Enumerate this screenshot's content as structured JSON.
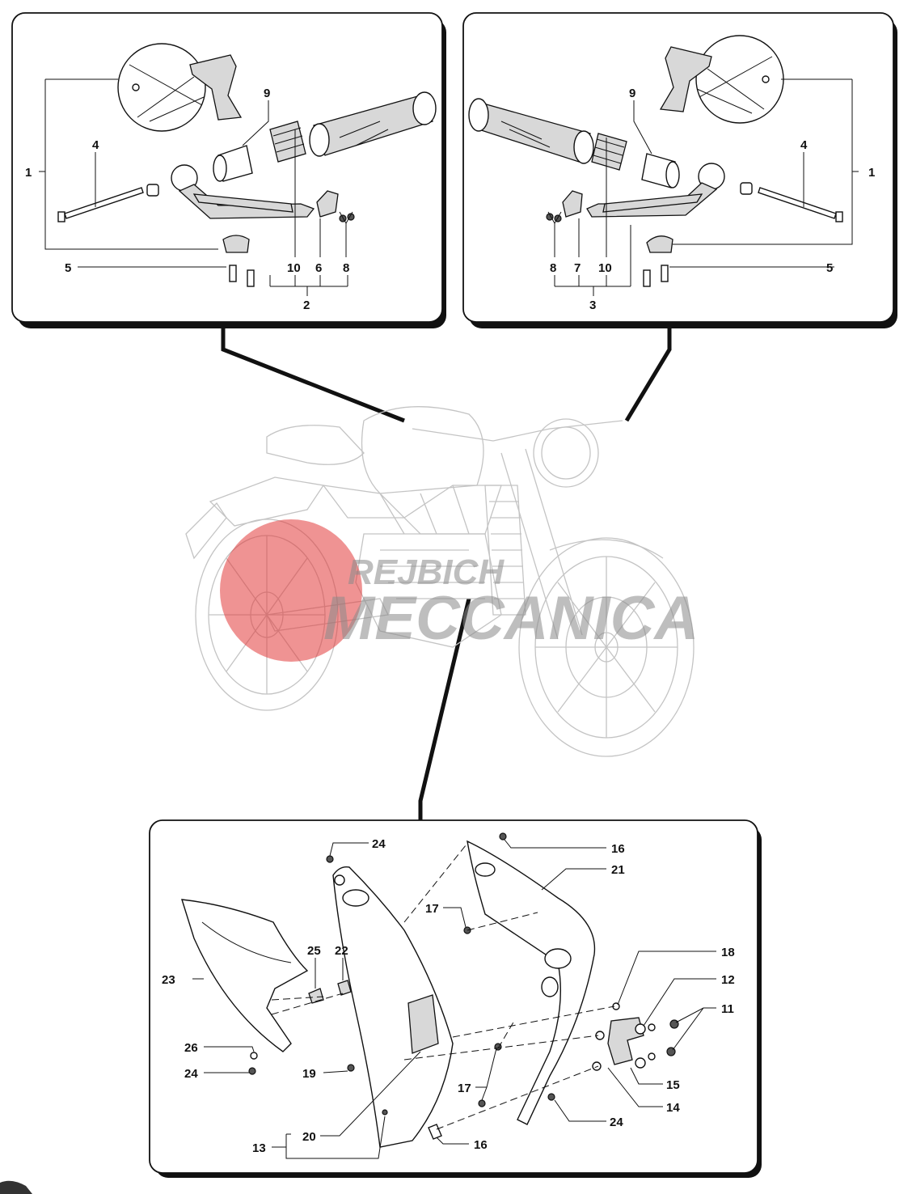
{
  "watermark": {
    "line1": "REJBICH",
    "line2": "MECCANICA",
    "disc_color": "#e23b3b"
  },
  "panels": {
    "left": {
      "callouts": [
        "1",
        "2",
        "4",
        "5",
        "6",
        "8",
        "9",
        "10"
      ],
      "c1": "1",
      "c2": "2",
      "c4": "4",
      "c5": "5",
      "c6": "6",
      "c8": "8",
      "c9": "9",
      "c10": "10"
    },
    "right": {
      "c1": "1",
      "c3": "3",
      "c4": "4",
      "c5": "5",
      "c7": "7",
      "c8": "8",
      "c9": "9",
      "c10": "10"
    },
    "bottom": {
      "c11": "11",
      "c12": "12",
      "c13": "13",
      "c14": "14",
      "c15": "15",
      "c16a": "16",
      "c16b": "16",
      "c17a": "17",
      "c17b": "17",
      "c18": "18",
      "c19": "19",
      "c20": "20",
      "c21": "21",
      "c22": "22",
      "c23": "23",
      "c24a": "24",
      "c24b": "24",
      "c24c": "24",
      "c25": "25",
      "c26": "26"
    }
  },
  "colors": {
    "line": "#111111",
    "ghost": "#c4c4c4",
    "part_fill": "#d8d8d8"
  }
}
